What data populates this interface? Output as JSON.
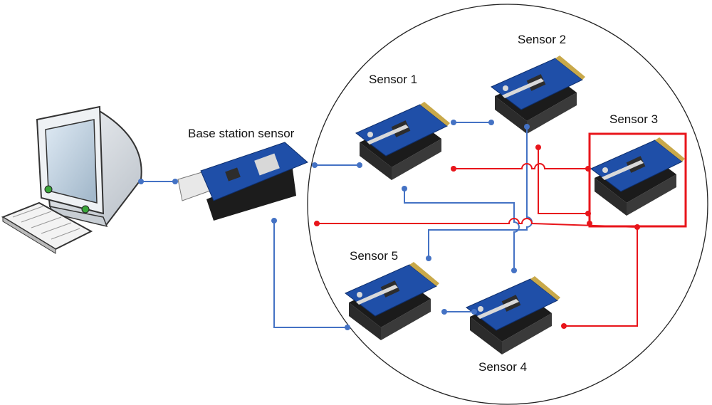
{
  "labels": {
    "base_station": "Base station sensor",
    "sensor1": "Sensor 1",
    "sensor2": "Sensor 2",
    "sensor3": "Sensor 3",
    "sensor4": "Sensor 4",
    "sensor5": "Sensor 5"
  },
  "colors": {
    "blue_link": "#4472c4",
    "red_link": "#e8151b",
    "board": "#1f4fa8",
    "circle": "#222222"
  },
  "highlighted_sensor": "sensor3"
}
